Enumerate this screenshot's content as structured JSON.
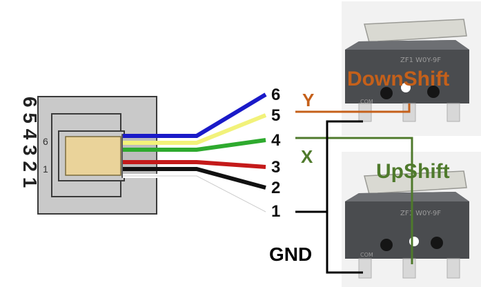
{
  "connector": {
    "side_pin_numbers": "6 5 4 3 2 1",
    "inner_pin_top": "6",
    "inner_pin_bottom": "1"
  },
  "wires": [
    {
      "pin": "6",
      "color": "#1a1ac8"
    },
    {
      "pin": "5",
      "color": "#f2f27a"
    },
    {
      "pin": "4",
      "color": "#2eaa2e"
    },
    {
      "pin": "3",
      "color": "#c41a1a"
    },
    {
      "pin": "2",
      "color": "#111111"
    },
    {
      "pin": "1",
      "color": "#ffffff"
    }
  ],
  "signals": {
    "y": {
      "label": "Y",
      "color": "#c5601a"
    },
    "x": {
      "label": "X",
      "color": "#4f7a2c"
    },
    "gnd": {
      "label": "GND",
      "color": "#000000"
    }
  },
  "switches": {
    "downshift": {
      "label": "DownShift",
      "color": "#c5601a",
      "brand": "ZF1 W0Y-9F",
      "tag": "COM"
    },
    "upshift": {
      "label": "UpShift",
      "color": "#4f7a2c",
      "brand": "ZF1 W0Y-9F",
      "tag": "COM"
    }
  }
}
